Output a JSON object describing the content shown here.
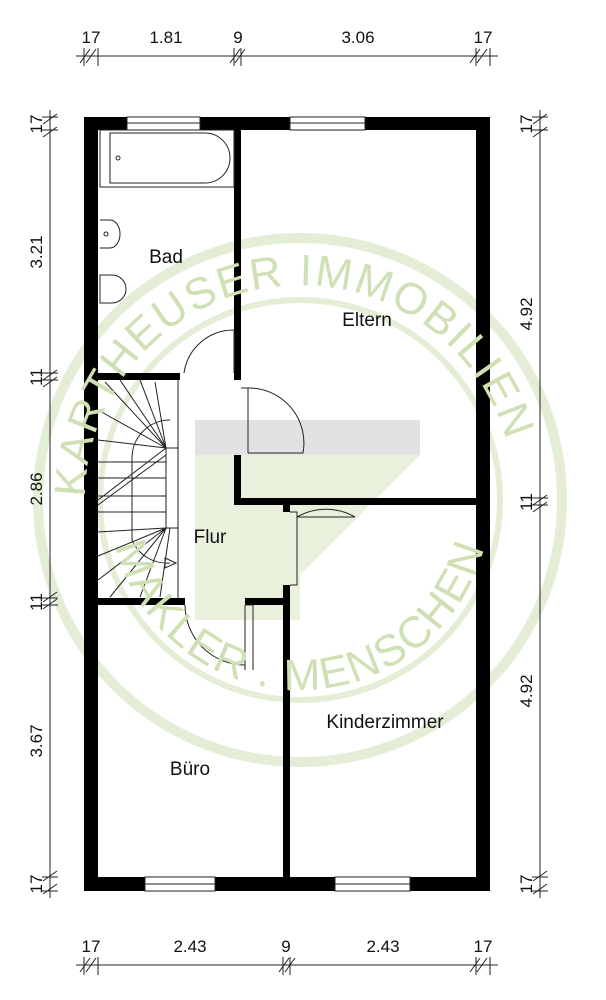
{
  "watermark": {
    "top_text": "KARTHEUSER IMMOBILIEN",
    "bottom_text": "MAKLER . MENSCHEN",
    "color": "#cfe0b4"
  },
  "rooms": {
    "bad": "Bad",
    "eltern": "Eltern",
    "flur": "Flur",
    "buero": "Büro",
    "kinderzimmer": "Kinderzimmer"
  },
  "dimensions": {
    "top": [
      "17",
      "1.81",
      "9",
      "3.06",
      "17"
    ],
    "bottom": [
      "17",
      "2.43",
      "9",
      "2.43",
      "17"
    ],
    "left": [
      "17",
      "3.21",
      "11",
      "2.86",
      "11",
      "3.67",
      "17"
    ],
    "right": [
      "17",
      "4.92",
      "11",
      "4.92",
      "17"
    ]
  }
}
